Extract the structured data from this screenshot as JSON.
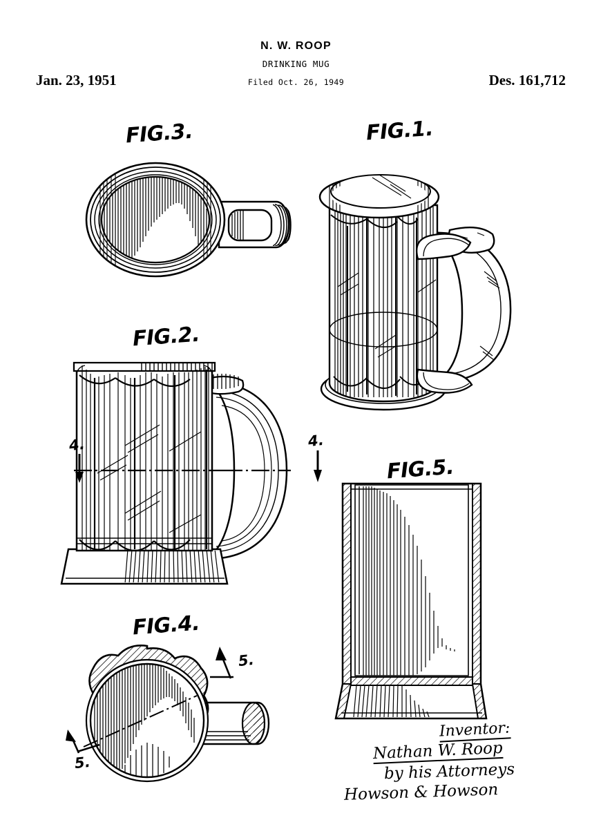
{
  "document": {
    "type": "design-patent-drawing-sheet",
    "inventor_header": "N. W. ROOP",
    "title": "DRINKING MUG",
    "filed": "Filed Oct. 26, 1949",
    "issue_date": "Jan. 23, 1951",
    "patent_number": "Des. 161,712",
    "page_background": "#ffffff",
    "ink_color": "#000000"
  },
  "figures": [
    {
      "id": "fig3",
      "label": "FIG.3.",
      "view": "top plan view",
      "description": "Top plan view of fluted drinking mug showing circular rim with concentric rings, radial flute hatching and handle projecting to the right with oval thumb-rest pad"
    },
    {
      "id": "fig1",
      "label": "FIG.1.",
      "view": "perspective view",
      "description": "Perspective view of the fluted drinking mug with thick looped handle, thumb rest pad on top of handle and flared base"
    },
    {
      "id": "fig2",
      "label": "FIG.2.",
      "view": "side elevation",
      "description": "Side elevation showing vertical flutes as scalloped arcs at top and bottom, looped handle at right and flared square base"
    },
    {
      "id": "fig4",
      "label": "FIG.4.",
      "view": "horizontal section",
      "description": "Horizontal sectional view taken on line 4-4 of Fig. 2 showing scalloped fluted wall in section lining and handle in section"
    },
    {
      "id": "fig5",
      "label": "FIG.5.",
      "view": "vertical section",
      "description": "Vertical sectional view taken on line 5-5 of Fig. 4 showing wall thickness hatching and flared base"
    }
  ],
  "section_markers": [
    {
      "id": "sm-4-left",
      "label": "4.",
      "arrow": "down",
      "refers_to": "fig2"
    },
    {
      "id": "sm-4-right",
      "label": "4.",
      "arrow": "down",
      "refers_to": "fig2"
    },
    {
      "id": "sm-5-upper",
      "label": "5.",
      "arrow": "up-right",
      "refers_to": "fig4"
    },
    {
      "id": "sm-5-lower",
      "label": "5.",
      "arrow": "up-left",
      "refers_to": "fig4"
    }
  ],
  "signature": {
    "inventor_label": "Inventor:",
    "inventor_name": "Nathan W. Roop",
    "by_line": "by his Attorneys",
    "firm": "Howson & Howson"
  }
}
